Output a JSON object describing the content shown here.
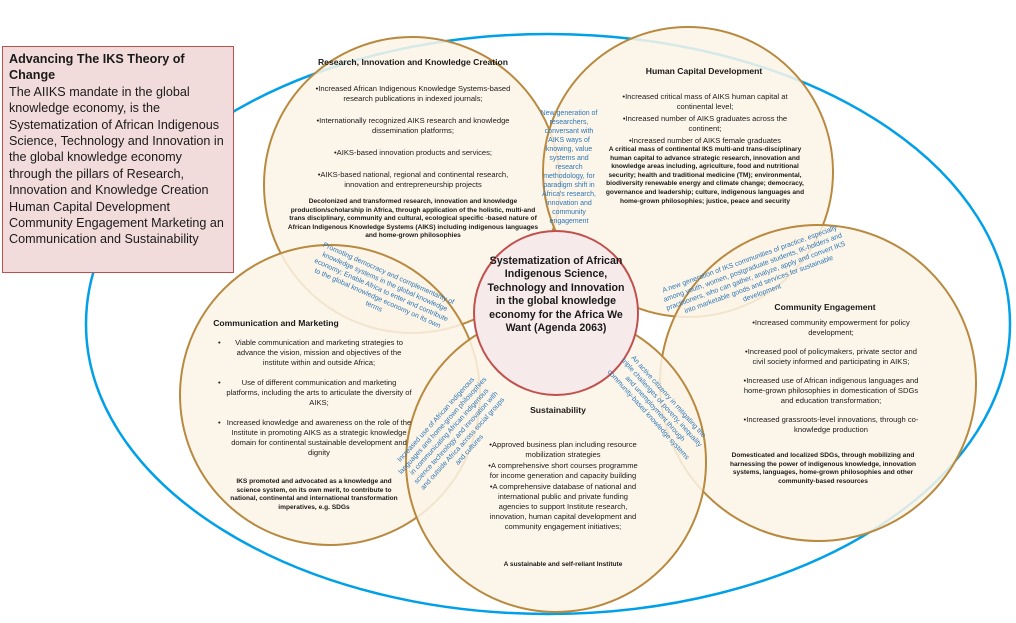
{
  "theory_box": {
    "title": "Advancing The IKS Theory of Change",
    "body": "The AIIKS mandate in the global knowledge economy, is the Systematization of African Indigenous Science, Technology and Innovation in the global knowledge economy through the pillars of Research, Innovation and Knowledge Creation Human Capital Development Community Engagement Marketing an Communication and Sustainability"
  },
  "center": {
    "text": "Systematization of African Indigenous Science, Technology and Innovation in the global knowledge economy for the Africa We Want (Agenda 2063)"
  },
  "research": {
    "title": "Research, Innovation and Knowledge Creation",
    "items": [
      "•Increased African Indigenous Knowledge Systems-based research publications in indexed journals;",
      "•Internationally recognized AIKS research and knowledge dissemination platforms;",
      "•AIKS-based innovation products and services;",
      "•AIKS-based national, regional and continental research, innovation and entrepreneurship projects"
    ],
    "outcome": "Decolonized and transformed research, innovation and knowledge production/scholarship in Africa, through application of the holistic, multi-and trans disciplinary, community and cultural, ecological specific -based nature of African Indigenous Knowledge Systems (AIKS) including indigenous languages and home-grown philosophies"
  },
  "human_capital": {
    "title": "Human Capital Development",
    "items": [
      "•Increased critical mass of AIKS human capital at continental level;",
      "•Increased number of AIKS graduates across the continent;",
      "•Increased number of AIKS female graduates"
    ],
    "outcome": "A critical mass of continental IKS multi-and trans-disciplinary human capital to advance strategic research, innovation and knowledge areas including, agriculture, food and nutritional security; health and traditional medicine (TM); environmental, biodiversity renewable energy and climate change; democracy, governance and leadership; culture, indigenous languages and home-grown philosophies; justice, peace and security"
  },
  "community": {
    "title": "Community Engagement",
    "items": [
      "•Increased community empowerment for policy development;",
      "•Increased pool of policymakers, private sector and civil society informed and participating in AIKS;",
      "•Increased use of African indigenous languages and home-grown philosophies in domestication of SDGs and education transformation;",
      "•Increased grassroots-level innovations, through co-knowledge production"
    ],
    "outcome": "Domesticated and localized SDGs, through mobilizing and harnessing the power of indigenous knowledge, innovation systems, languages, home-grown philosophies and other community-based resources"
  },
  "communication": {
    "title": "Communication and Marketing",
    "items": [
      "Viable communication and marketing strategies to advance the vision, mission and objectives of the institute within and outside Africa;",
      "Use of different communication and marketing platforms, including the arts to articulate the diversity of AIKS;",
      "Increased knowledge and awareness on the role of the Institute in promoting AIKS as a strategic knowledge domain for continental sustainable development and dignity"
    ],
    "outcome": "IKS promoted and advocated as a knowledge and science system, on its own merit, to contribute to national, continental and international transformation imperatives, e.g. SDGs"
  },
  "sustainability": {
    "title": "Sustainability",
    "items": [
      "•Approved business plan including resource mobilization strategies",
      "•A comprehensive short courses programme for income generation and capacity building",
      "•A comprehensive database of national and international public and private funding agencies to support Institute research, innovation, human capital development and community engagement initiatives;"
    ],
    "outcome": "A sustainable and self-reliant Institute"
  },
  "overlaps": {
    "research_human": "New generation of researchers, conversant with AIKS ways of knowing, value systems and research methodology, for paradigm shift in Africa's research, innovation and community engagement",
    "human_community": "A new generation of IKS communities of practice, especially among youth, women, postgraduate students, IK-holders and practitioners, who can gather, analyze, apply and convert IKS into marketable goods and services for sustainable development",
    "research_communication": "Promoting democracy and complementarity of knowledge systems in the global knowledge economy; Enable Africa to enter and contribute to the global knowledge economy on its own terms",
    "communication_sustainability": "Increased use of African Indigenous languages and home-grown philosophies in communicating African indigenous science technology and innovation with and outside Africa across social groups and cultures",
    "sustainability_community": "An active citizenry in mitigating the triple challenges of poverty, inequality and unemployment through community-based knowledge systems"
  },
  "colors": {
    "petal_fill": "#fbf5e6",
    "petal_stroke": "#b8893f",
    "center_fill": "#f7eaea",
    "center_stroke": "#c0504d",
    "outer_ellipse": "#00a0e9",
    "overlap_text": "#2e75b6",
    "box_fill": "#f2dcdb",
    "box_stroke": "#c0504d"
  }
}
